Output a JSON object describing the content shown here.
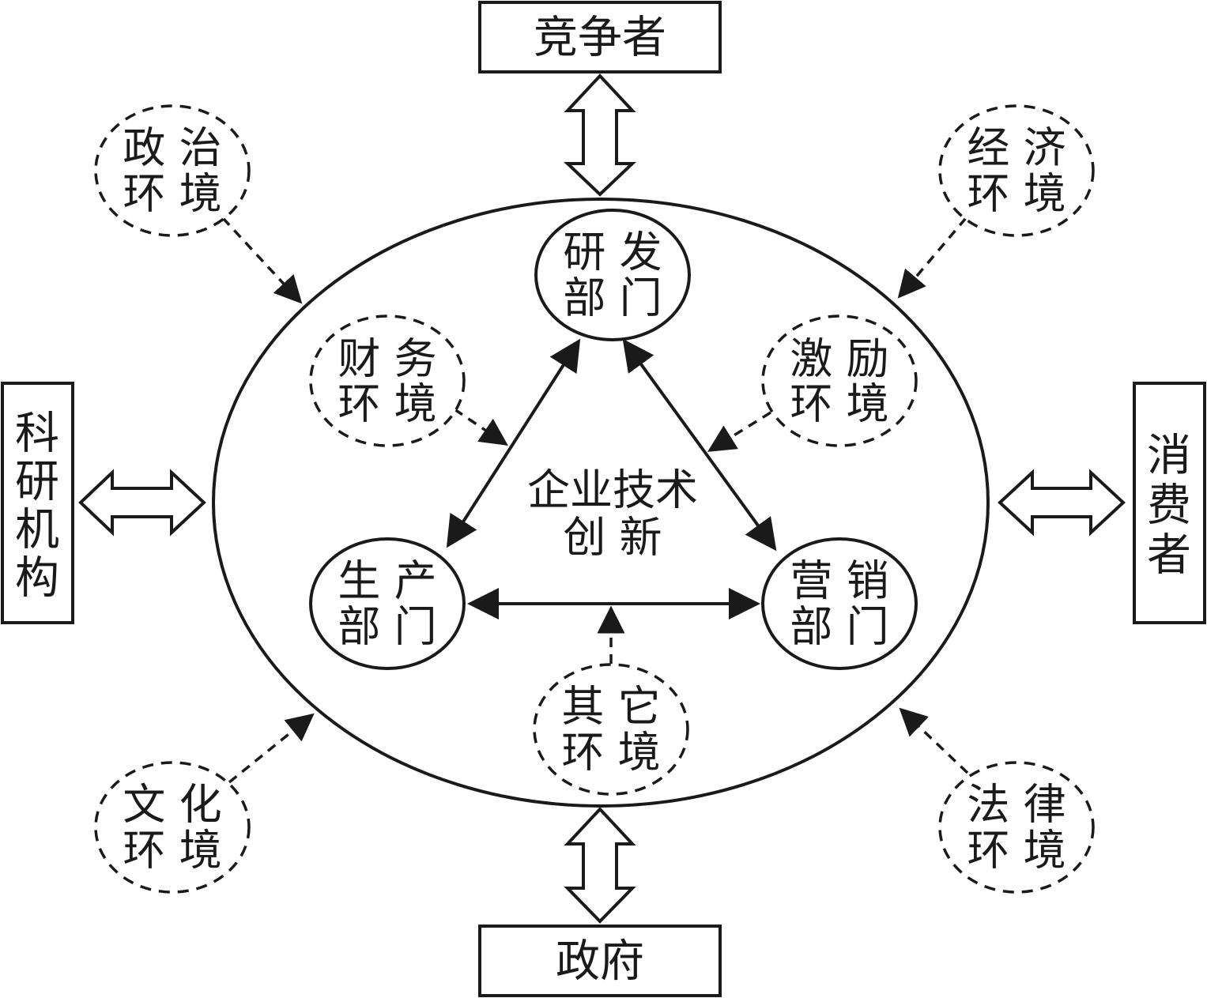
{
  "external": {
    "competitor": "竞争者",
    "government": "政府",
    "research": [
      "科",
      "研",
      "机",
      "构"
    ],
    "consumer": [
      "消",
      "费",
      "者"
    ]
  },
  "environments": {
    "political": [
      "政 治",
      "环 境"
    ],
    "economic": [
      "经 济",
      "环 境"
    ],
    "cultural": [
      "文 化",
      "环 境"
    ],
    "legal": [
      "法 律",
      "环 境"
    ],
    "financial": [
      "财 务",
      "环 境"
    ],
    "incentive": [
      "激 励",
      "环 境"
    ],
    "other": [
      "其 它",
      "环 境"
    ]
  },
  "departments": {
    "rd": [
      "研 发",
      "部 门"
    ],
    "production": [
      "生 产",
      "部 门"
    ],
    "marketing": [
      "营 销",
      "部 门"
    ]
  },
  "center": [
    "企业技术",
    "创 新"
  ]
}
